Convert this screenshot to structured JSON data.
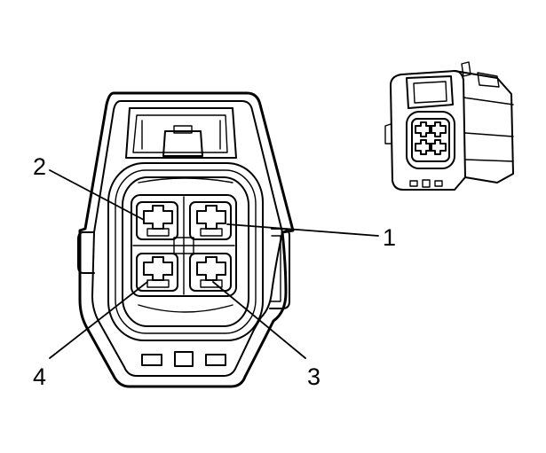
{
  "callouts": [
    {
      "label": "1"
    },
    {
      "label": "2"
    },
    {
      "label": "3"
    },
    {
      "label": "4"
    }
  ],
  "colors": {
    "line": "#000000",
    "background": "#ffffff"
  }
}
